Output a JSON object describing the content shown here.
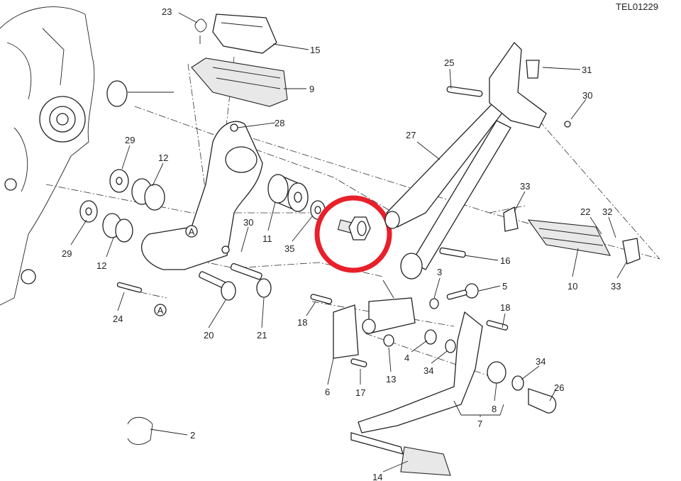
{
  "drawing_code": "TEL01229",
  "highlight_color": "#e8202a",
  "ref_marker": "A",
  "labels": {
    "l23": "23",
    "l15": "15",
    "l9": "9",
    "l28": "28",
    "l25": "25",
    "l31": "31",
    "l30a": "30",
    "l27": "27",
    "l29a": "29",
    "l12a": "12",
    "l33a": "33",
    "l22": "22",
    "l32": "32",
    "l29b": "29",
    "l12b": "12",
    "l11": "11",
    "l35": "35",
    "l30b": "30",
    "l16": "16",
    "l10": "10",
    "l33b": "33",
    "l3": "3",
    "l5": "5",
    "l18a": "18",
    "l18b": "18",
    "l24": "24",
    "l20": "20",
    "l21": "21",
    "l4": "4",
    "l34a": "34",
    "l34b": "34",
    "l13": "13",
    "l6": "6",
    "l17": "17",
    "l26": "26",
    "l8": "8",
    "l7": "7",
    "l2": "2",
    "l14": "14"
  }
}
